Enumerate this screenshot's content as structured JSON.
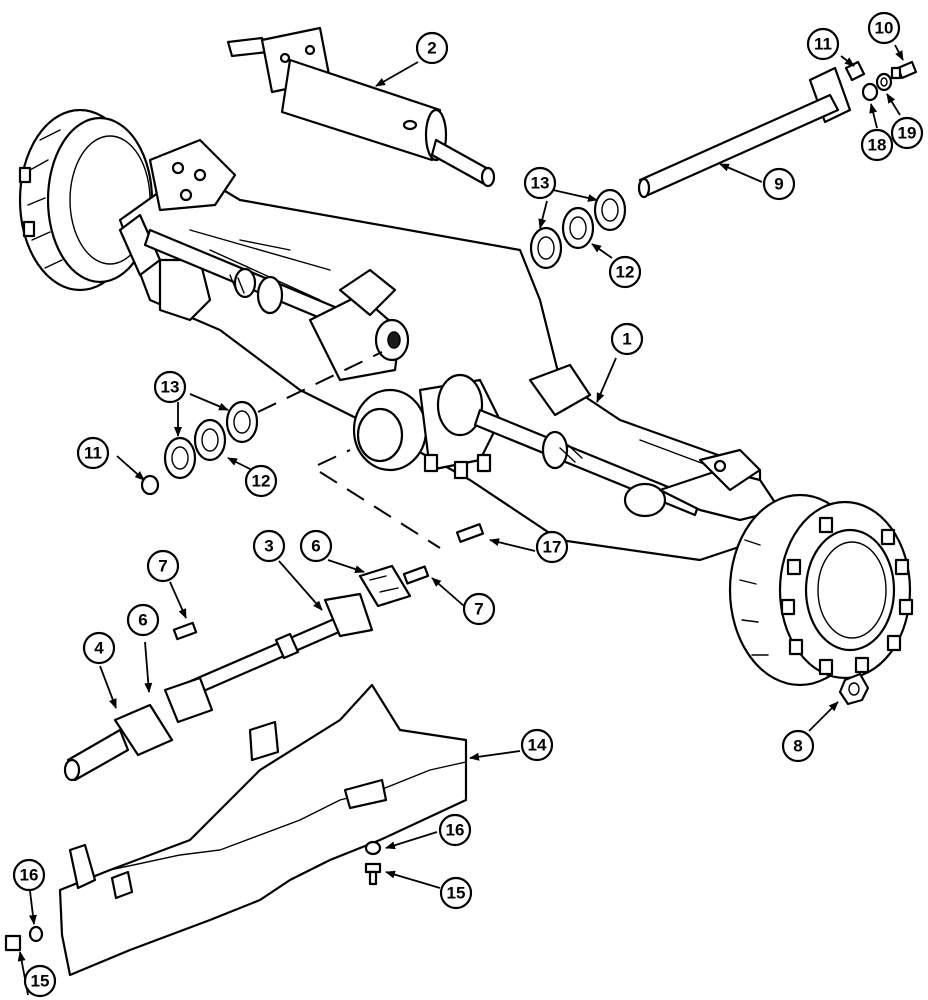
{
  "callouts": [
    {
      "id": "c1",
      "label": "1"
    },
    {
      "id": "c2",
      "label": "2"
    },
    {
      "id": "c3",
      "label": "3"
    },
    {
      "id": "c4",
      "label": "4"
    },
    {
      "id": "c6a",
      "label": "6"
    },
    {
      "id": "c6b",
      "label": "6"
    },
    {
      "id": "c7a",
      "label": "7"
    },
    {
      "id": "c7b",
      "label": "7"
    },
    {
      "id": "c8",
      "label": "8"
    },
    {
      "id": "c9",
      "label": "9"
    },
    {
      "id": "c10",
      "label": "10"
    },
    {
      "id": "c11a",
      "label": "11"
    },
    {
      "id": "c11b",
      "label": "11"
    },
    {
      "id": "c12a",
      "label": "12"
    },
    {
      "id": "c12b",
      "label": "12"
    },
    {
      "id": "c13a",
      "label": "13"
    },
    {
      "id": "c13b",
      "label": "13"
    },
    {
      "id": "c14",
      "label": "14"
    },
    {
      "id": "c15a",
      "label": "15"
    },
    {
      "id": "c15b",
      "label": "15"
    },
    {
      "id": "c16a",
      "label": "16"
    },
    {
      "id": "c16b",
      "label": "16"
    },
    {
      "id": "c17",
      "label": "17"
    },
    {
      "id": "c18",
      "label": "18"
    },
    {
      "id": "c19",
      "label": "19"
    }
  ]
}
